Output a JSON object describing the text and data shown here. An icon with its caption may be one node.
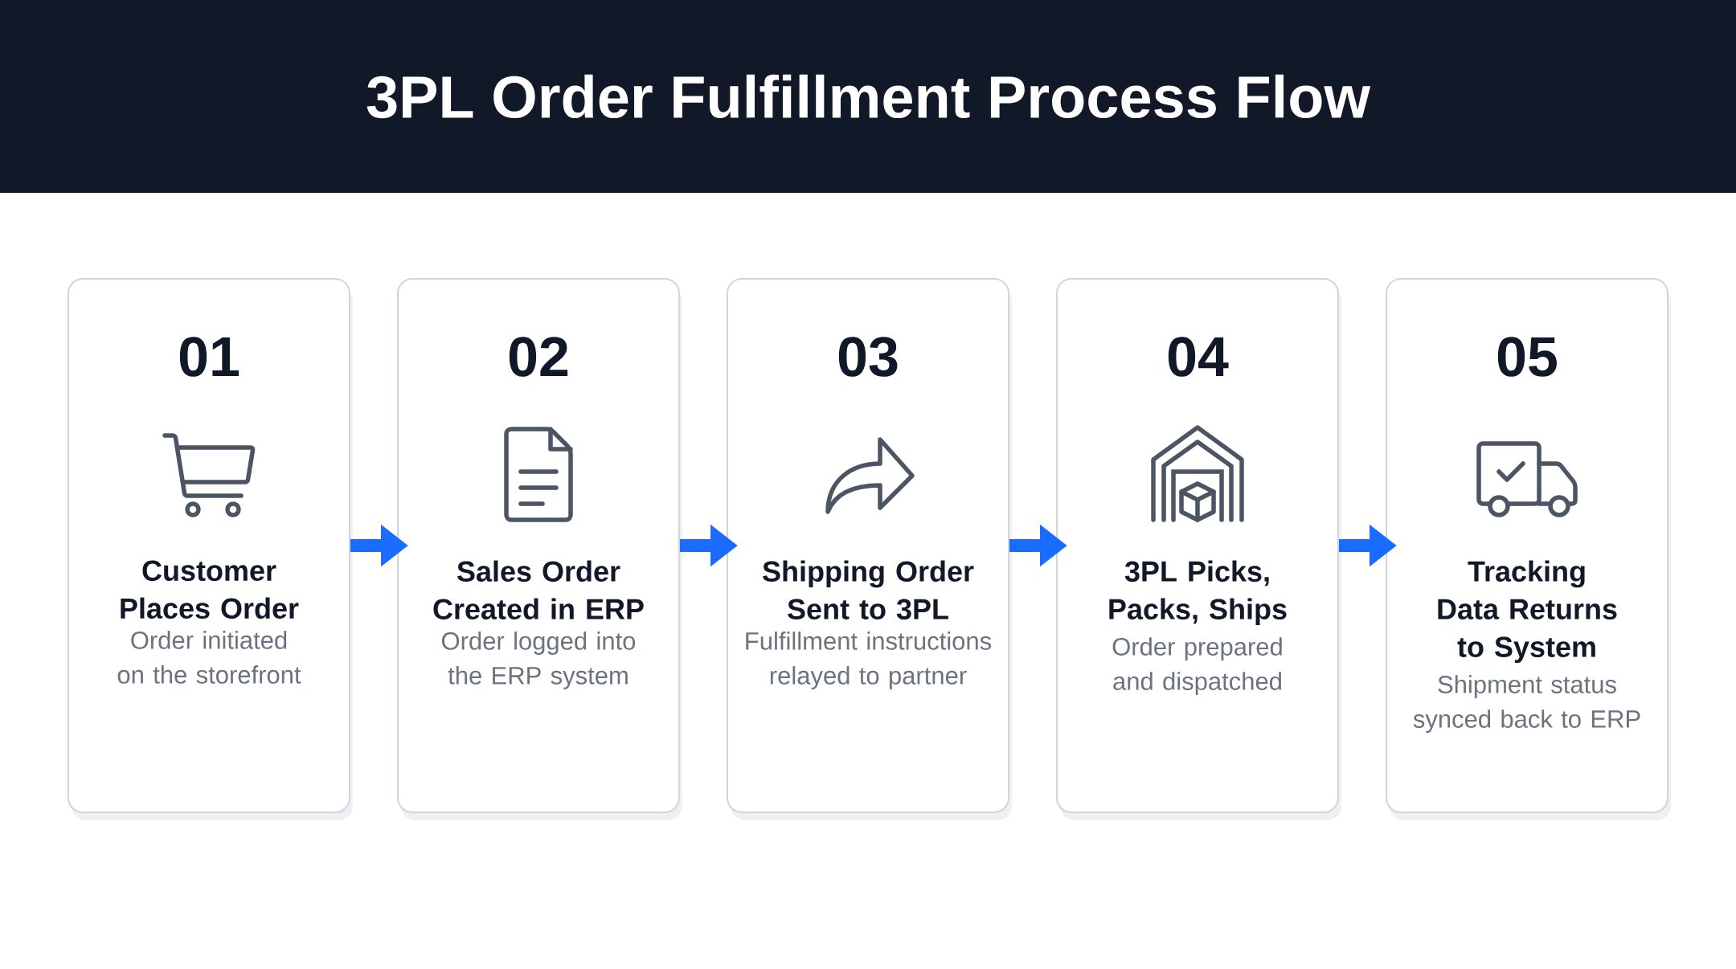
{
  "diagram": {
    "title": "3PL Order Fulfillment Process Flow",
    "nodes": [
      {
        "text": [
          "01",
          "Customer Places Order",
          "Order initiated on the storefront"
        ]
      },
      {
        "text": [
          "02",
          "Sales Order Created in ERP",
          "Order logged into the ERP system"
        ]
      },
      {
        "text": [
          "03",
          "Shipping Order Sent to 3PL",
          "Fulfillment instructions relayed to partner"
        ]
      },
      {
        "text": [
          "04",
          "3PL Picks, Packs, Ships",
          "Order prepared and dispatched"
        ]
      },
      {
        "text": [
          "05",
          "Tracking Data Returns to System",
          "Shipment status synced back to ERP"
        ]
      }
    ],
    "edges": [
      {
        "from": 0,
        "to": 1,
        "arrow": "to"
      },
      {
        "from": 1,
        "to": 2,
        "arrow": "to"
      },
      {
        "from": 2,
        "to": 3,
        "arrow": "to"
      },
      {
        "from": 3,
        "to": 4,
        "arrow": "to"
      }
    ]
  }
}
